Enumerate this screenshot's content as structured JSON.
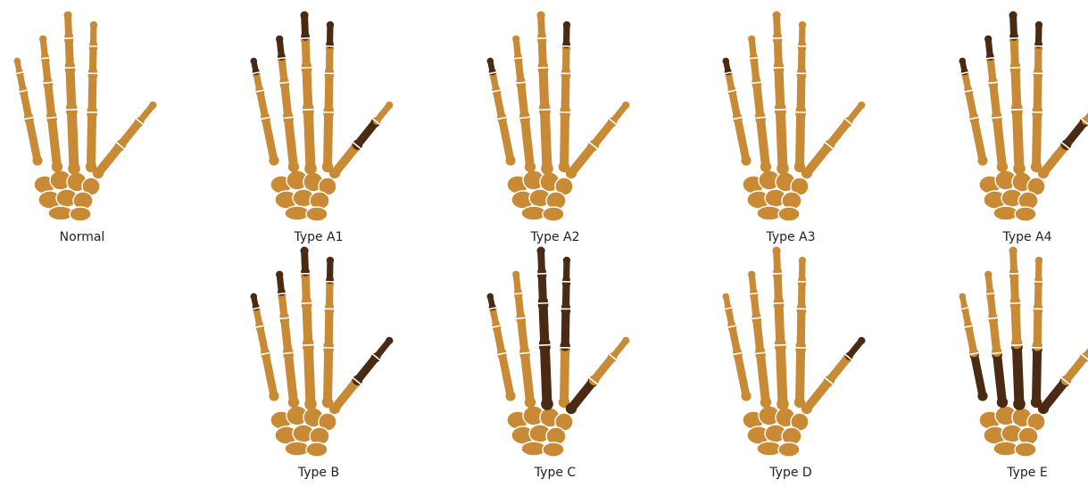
{
  "colors": {
    "bone": "#c98a36",
    "bone_edge": "#a86d22",
    "affected": "#4a2a12",
    "joint": "#ffffff",
    "background": "#ffffff"
  },
  "panels": [
    {
      "label": "Normal",
      "affected": []
    },
    {
      "label": "Type A1",
      "affected": [
        "little.d",
        "ring.d",
        "middle.d",
        "index.d",
        "thumb.p"
      ]
    },
    {
      "label": "Type A2",
      "affected": [
        "little.d",
        "index.d"
      ]
    },
    {
      "label": "Type A3",
      "affected": [
        "little.d"
      ]
    },
    {
      "label": "Type A4",
      "affected": [
        "little.d",
        "ring.d",
        "middle.d",
        "index.d",
        "thumb.p"
      ]
    },
    {
      "label": "Type B",
      "affected": [
        "little.d",
        "ring.d",
        "middle.d",
        "index.d",
        "thumb.d",
        "thumb.p"
      ]
    },
    {
      "label": "Type C",
      "affected": [
        "little.d",
        "middle.d",
        "middle.m",
        "middle.p",
        "middle.mc",
        "index.d",
        "index.m",
        "index.p",
        "thumb.mc"
      ]
    },
    {
      "label": "Type D",
      "affected": [
        "thumb.d"
      ]
    },
    {
      "label": "Type E",
      "affected": [
        "little.mc",
        "ring.mc",
        "middle.mc",
        "index.mc",
        "thumb.mc"
      ]
    }
  ]
}
